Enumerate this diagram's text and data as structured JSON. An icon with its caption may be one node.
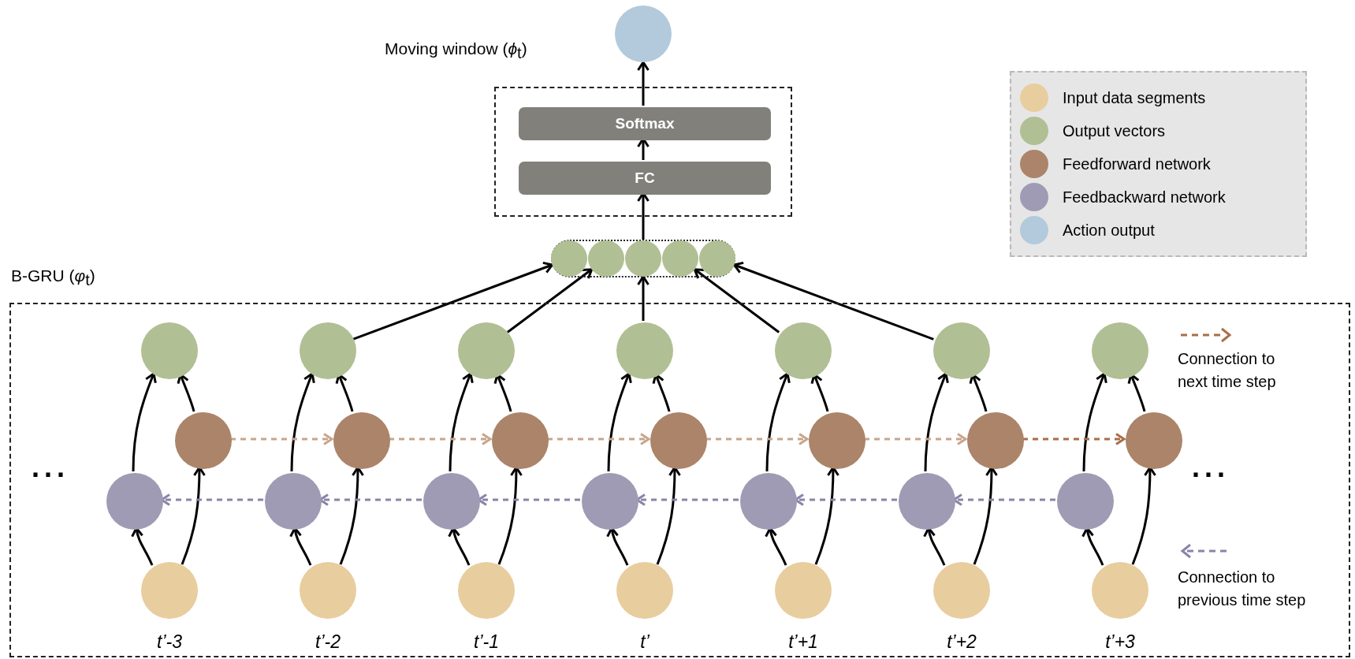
{
  "diagram": {
    "nodes": [
      {
        "text": [],
        "shape": "circle"
      },
      {
        "text": [
          "Moving window (*ϕ*$_{t}$)"
        ]
      },
      {
        "text": [
          "Softmax"
        ],
        "in": 1
      },
      {
        "text": [
          "FC"
        ],
        "in": 1
      },
      {
        "text": [],
        "shape": "box"
      },
      {
        "text": [],
        "shape": "circle",
        "in": 4
      },
      {
        "text": [],
        "shape": "circle",
        "in": 4
      },
      {
        "text": [],
        "shape": "circle",
        "in": 4
      },
      {
        "text": [],
        "shape": "circle",
        "in": 4
      },
      {
        "text": [],
        "shape": "circle",
        "in": 4
      },
      {
        "text": [
          "B-GRU (*φ*$_{t}$)"
        ]
      },
      {
        "text": [],
        "shape": "circle",
        "in": 10
      },
      {
        "text": [],
        "shape": "circle",
        "in": 10
      },
      {
        "text": [],
        "shape": "circle",
        "in": 10
      },
      {
        "text": [],
        "shape": "circle",
        "in": 10
      },
      {
        "text": [],
        "shape": "circle",
        "in": 10
      },
      {
        "text": [],
        "shape": "circle",
        "in": 10
      },
      {
        "text": [],
        "shape": "circle",
        "in": 10
      },
      {
        "text": [],
        "shape": "circle",
        "in": 10
      },
      {
        "text": [],
        "shape": "circle",
        "in": 10
      },
      {
        "text": [],
        "shape": "circle",
        "in": 10
      },
      {
        "text": [],
        "shape": "circle",
        "in": 10
      },
      {
        "text": [],
        "shape": "circle",
        "in": 10
      },
      {
        "text": [],
        "shape": "circle",
        "in": 10
      },
      {
        "text": [],
        "shape": "circle",
        "in": 10
      },
      {
        "text": [],
        "shape": "circle",
        "in": 10
      },
      {
        "text": [],
        "shape": "circle",
        "in": 10
      },
      {
        "text": [],
        "shape": "circle",
        "in": 10
      },
      {
        "text": [],
        "shape": "circle",
        "in": 10
      },
      {
        "text": [],
        "shape": "circle",
        "in": 10
      },
      {
        "text": [],
        "shape": "circle",
        "in": 10
      },
      {
        "text": [],
        "shape": "circle",
        "in": 10
      },
      {
        "text": [],
        "shape": "circle",
        "in": 10,
        "beside": [
          "t’-3"
        ]
      },
      {
        "text": [],
        "shape": "circle",
        "in": 10,
        "beside": [
          "t’-2"
        ]
      },
      {
        "text": [],
        "shape": "circle",
        "in": 10,
        "beside": [
          "t’-1"
        ]
      },
      {
        "text": [],
        "shape": "circle",
        "in": 10,
        "beside": [
          "t’"
        ]
      },
      {
        "text": [],
        "shape": "circle",
        "in": 10,
        "beside": [
          "t’+1"
        ]
      },
      {
        "text": [],
        "shape": "circle",
        "in": 10,
        "beside": [
          "t’+2"
        ]
      },
      {
        "text": [],
        "shape": "circle",
        "in": 10,
        "beside": [
          "t’+3"
        ]
      }
    ],
    "edges": [
      {
        "from": 3,
        "to": 2,
        "arrow": "to"
      },
      {
        "from": 2,
        "to": 0,
        "arrow": "to"
      },
      {
        "from": 4,
        "to": 3,
        "arrow": "to"
      },
      {
        "from": 12,
        "to": 5,
        "arrow": "to"
      },
      {
        "from": 13,
        "to": 6,
        "arrow": "to"
      },
      {
        "from": 14,
        "to": 7,
        "arrow": "to"
      },
      {
        "from": 15,
        "to": 8,
        "arrow": "to"
      },
      {
        "from": 16,
        "to": 9,
        "arrow": "to"
      },
      {
        "from": 32,
        "to": 25,
        "arrow": "to"
      },
      {
        "from": 32,
        "to": 18,
        "arrow": "to"
      },
      {
        "from": 25,
        "to": 11,
        "arrow": "to"
      },
      {
        "from": 18,
        "to": 11,
        "arrow": "to"
      },
      {
        "from": 33,
        "to": 26,
        "arrow": "to"
      },
      {
        "from": 33,
        "to": 19,
        "arrow": "to"
      },
      {
        "from": 26,
        "to": 12,
        "arrow": "to"
      },
      {
        "from": 19,
        "to": 12,
        "arrow": "to"
      },
      {
        "from": 34,
        "to": 27,
        "arrow": "to"
      },
      {
        "from": 34,
        "to": 20,
        "arrow": "to"
      },
      {
        "from": 27,
        "to": 13,
        "arrow": "to"
      },
      {
        "from": 20,
        "to": 13,
        "arrow": "to"
      },
      {
        "from": 35,
        "to": 28,
        "arrow": "to"
      },
      {
        "from": 35,
        "to": 21,
        "arrow": "to"
      },
      {
        "from": 28,
        "to": 14,
        "arrow": "to"
      },
      {
        "from": 21,
        "to": 14,
        "arrow": "to"
      },
      {
        "from": 36,
        "to": 29,
        "arrow": "to"
      },
      {
        "from": 36,
        "to": 22,
        "arrow": "to"
      },
      {
        "from": 29,
        "to": 15,
        "arrow": "to"
      },
      {
        "from": 22,
        "to": 15,
        "arrow": "to"
      },
      {
        "from": 37,
        "to": 30,
        "arrow": "to"
      },
      {
        "from": 37,
        "to": 23,
        "arrow": "to"
      },
      {
        "from": 30,
        "to": 16,
        "arrow": "to"
      },
      {
        "from": 23,
        "to": 16,
        "arrow": "to"
      },
      {
        "from": 38,
        "to": 31,
        "arrow": "to"
      },
      {
        "from": 38,
        "to": 24,
        "arrow": "to"
      },
      {
        "from": 31,
        "to": 17,
        "arrow": "to"
      },
      {
        "from": 24,
        "to": 17,
        "arrow": "to"
      },
      {
        "from": 18,
        "to": 19,
        "arrow": "to",
        "style": "dashed",
        "color": "#c8a58c"
      },
      {
        "from": 19,
        "to": 20,
        "arrow": "to",
        "style": "dashed",
        "color": "#c8a58c"
      },
      {
        "from": 20,
        "to": 21,
        "arrow": "to",
        "style": "dashed",
        "color": "#c8a58c"
      },
      {
        "from": 21,
        "to": 22,
        "arrow": "to",
        "style": "dashed",
        "color": "#c8a58c"
      },
      {
        "from": 22,
        "to": 23,
        "arrow": "to",
        "style": "dashed",
        "color": "#c8a58c"
      },
      {
        "from": 23,
        "to": 24,
        "arrow": "to",
        "style": "dashed",
        "color": "#a86f48"
      },
      {
        "from": 26,
        "to": 25,
        "arrow": "to",
        "style": "dashed",
        "color": "#8a84a8"
      },
      {
        "from": 27,
        "to": 26,
        "arrow": "to",
        "style": "dashed",
        "color": "#8a84a8"
      },
      {
        "from": 28,
        "to": 27,
        "arrow": "to",
        "style": "dashed",
        "color": "#8a84a8"
      },
      {
        "from": 29,
        "to": 28,
        "arrow": "to",
        "style": "dashed",
        "color": "#8a84a8"
      },
      {
        "from": 30,
        "to": 29,
        "arrow": "to",
        "style": "dashed",
        "color": "#8a84a8"
      },
      {
        "from": 31,
        "to": 30,
        "arrow": "to",
        "style": "dashed",
        "color": "#8a84a8"
      }
    ],
    "labels": [
      "...",
      "..."
    ],
    "legend": [
      {
        "text": "Input data segments",
        "color": "#e8cd9e"
      },
      {
        "text": "Output vectors",
        "color": "#b1bf94"
      },
      {
        "text": "Feedforward network",
        "color": "#ab846a"
      },
      {
        "text": "Feedbackward network",
        "color": "#a09bb4"
      },
      {
        "text": "Action output",
        "color": "#b2cadb"
      },
      {
        "text": "Connection to next time step"
      },
      {
        "text": "Connection to previous time step"
      }
    ]
  }
}
